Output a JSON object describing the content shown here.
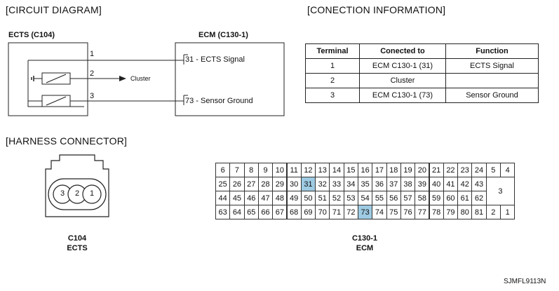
{
  "headings": {
    "circuit": "[CIRCUIT DIAGRAM]",
    "connection": "[CONECTION INFORMATION]",
    "harness": "[HARNESS CONNECTOR]"
  },
  "circuit": {
    "ects_label": "ECTS (C104)",
    "ecm_label": "ECM (C130-1)",
    "pin1": "1",
    "pin2": "2",
    "pin3": "3",
    "cluster_label": "Cluster",
    "ecm_pin31": "31 - ECTS Signal",
    "ecm_pin73": "73 - Sensor Ground"
  },
  "connection_table": {
    "headers": [
      "Terminal",
      "Conected to",
      "Function"
    ],
    "rows": [
      [
        "1",
        "ECM C130-1 (31)",
        "ECTS Signal"
      ],
      [
        "2",
        "Cluster",
        ""
      ],
      [
        "3",
        "ECM C130-1 (73)",
        "Sensor Ground"
      ]
    ]
  },
  "c104": {
    "pins": [
      "3",
      "2",
      "1"
    ],
    "caption_code": "C104",
    "caption_name": "ECTS"
  },
  "c130": {
    "rows": [
      [
        "6",
        "7",
        "8",
        "9",
        "10",
        "11",
        "12",
        "13",
        "14",
        "15",
        "16",
        "17",
        "18",
        "19",
        "20",
        "21",
        "22",
        "23",
        "24"
      ],
      [
        "25",
        "26",
        "27",
        "28",
        "29",
        "30",
        "31",
        "32",
        "33",
        "34",
        "35",
        "36",
        "37",
        "38",
        "39",
        "40",
        "41",
        "42",
        "43"
      ],
      [
        "44",
        "45",
        "46",
        "47",
        "48",
        "49",
        "50",
        "51",
        "52",
        "53",
        "54",
        "55",
        "56",
        "57",
        "58",
        "59",
        "60",
        "61",
        "62"
      ],
      [
        "63",
        "64",
        "65",
        "66",
        "67",
        "68",
        "69",
        "70",
        "71",
        "72",
        "73",
        "74",
        "75",
        "76",
        "77",
        "78",
        "79",
        "80",
        "81"
      ]
    ],
    "side_top": [
      "5",
      "4"
    ],
    "side_mid": "3",
    "side_bottom": [
      "2",
      "1"
    ],
    "highlighted": [
      "31",
      "73"
    ],
    "highlight_color": "#9ecbe3",
    "caption_code": "C130-1",
    "caption_name": "ECM"
  },
  "figure_code": "SJMFL9113N"
}
